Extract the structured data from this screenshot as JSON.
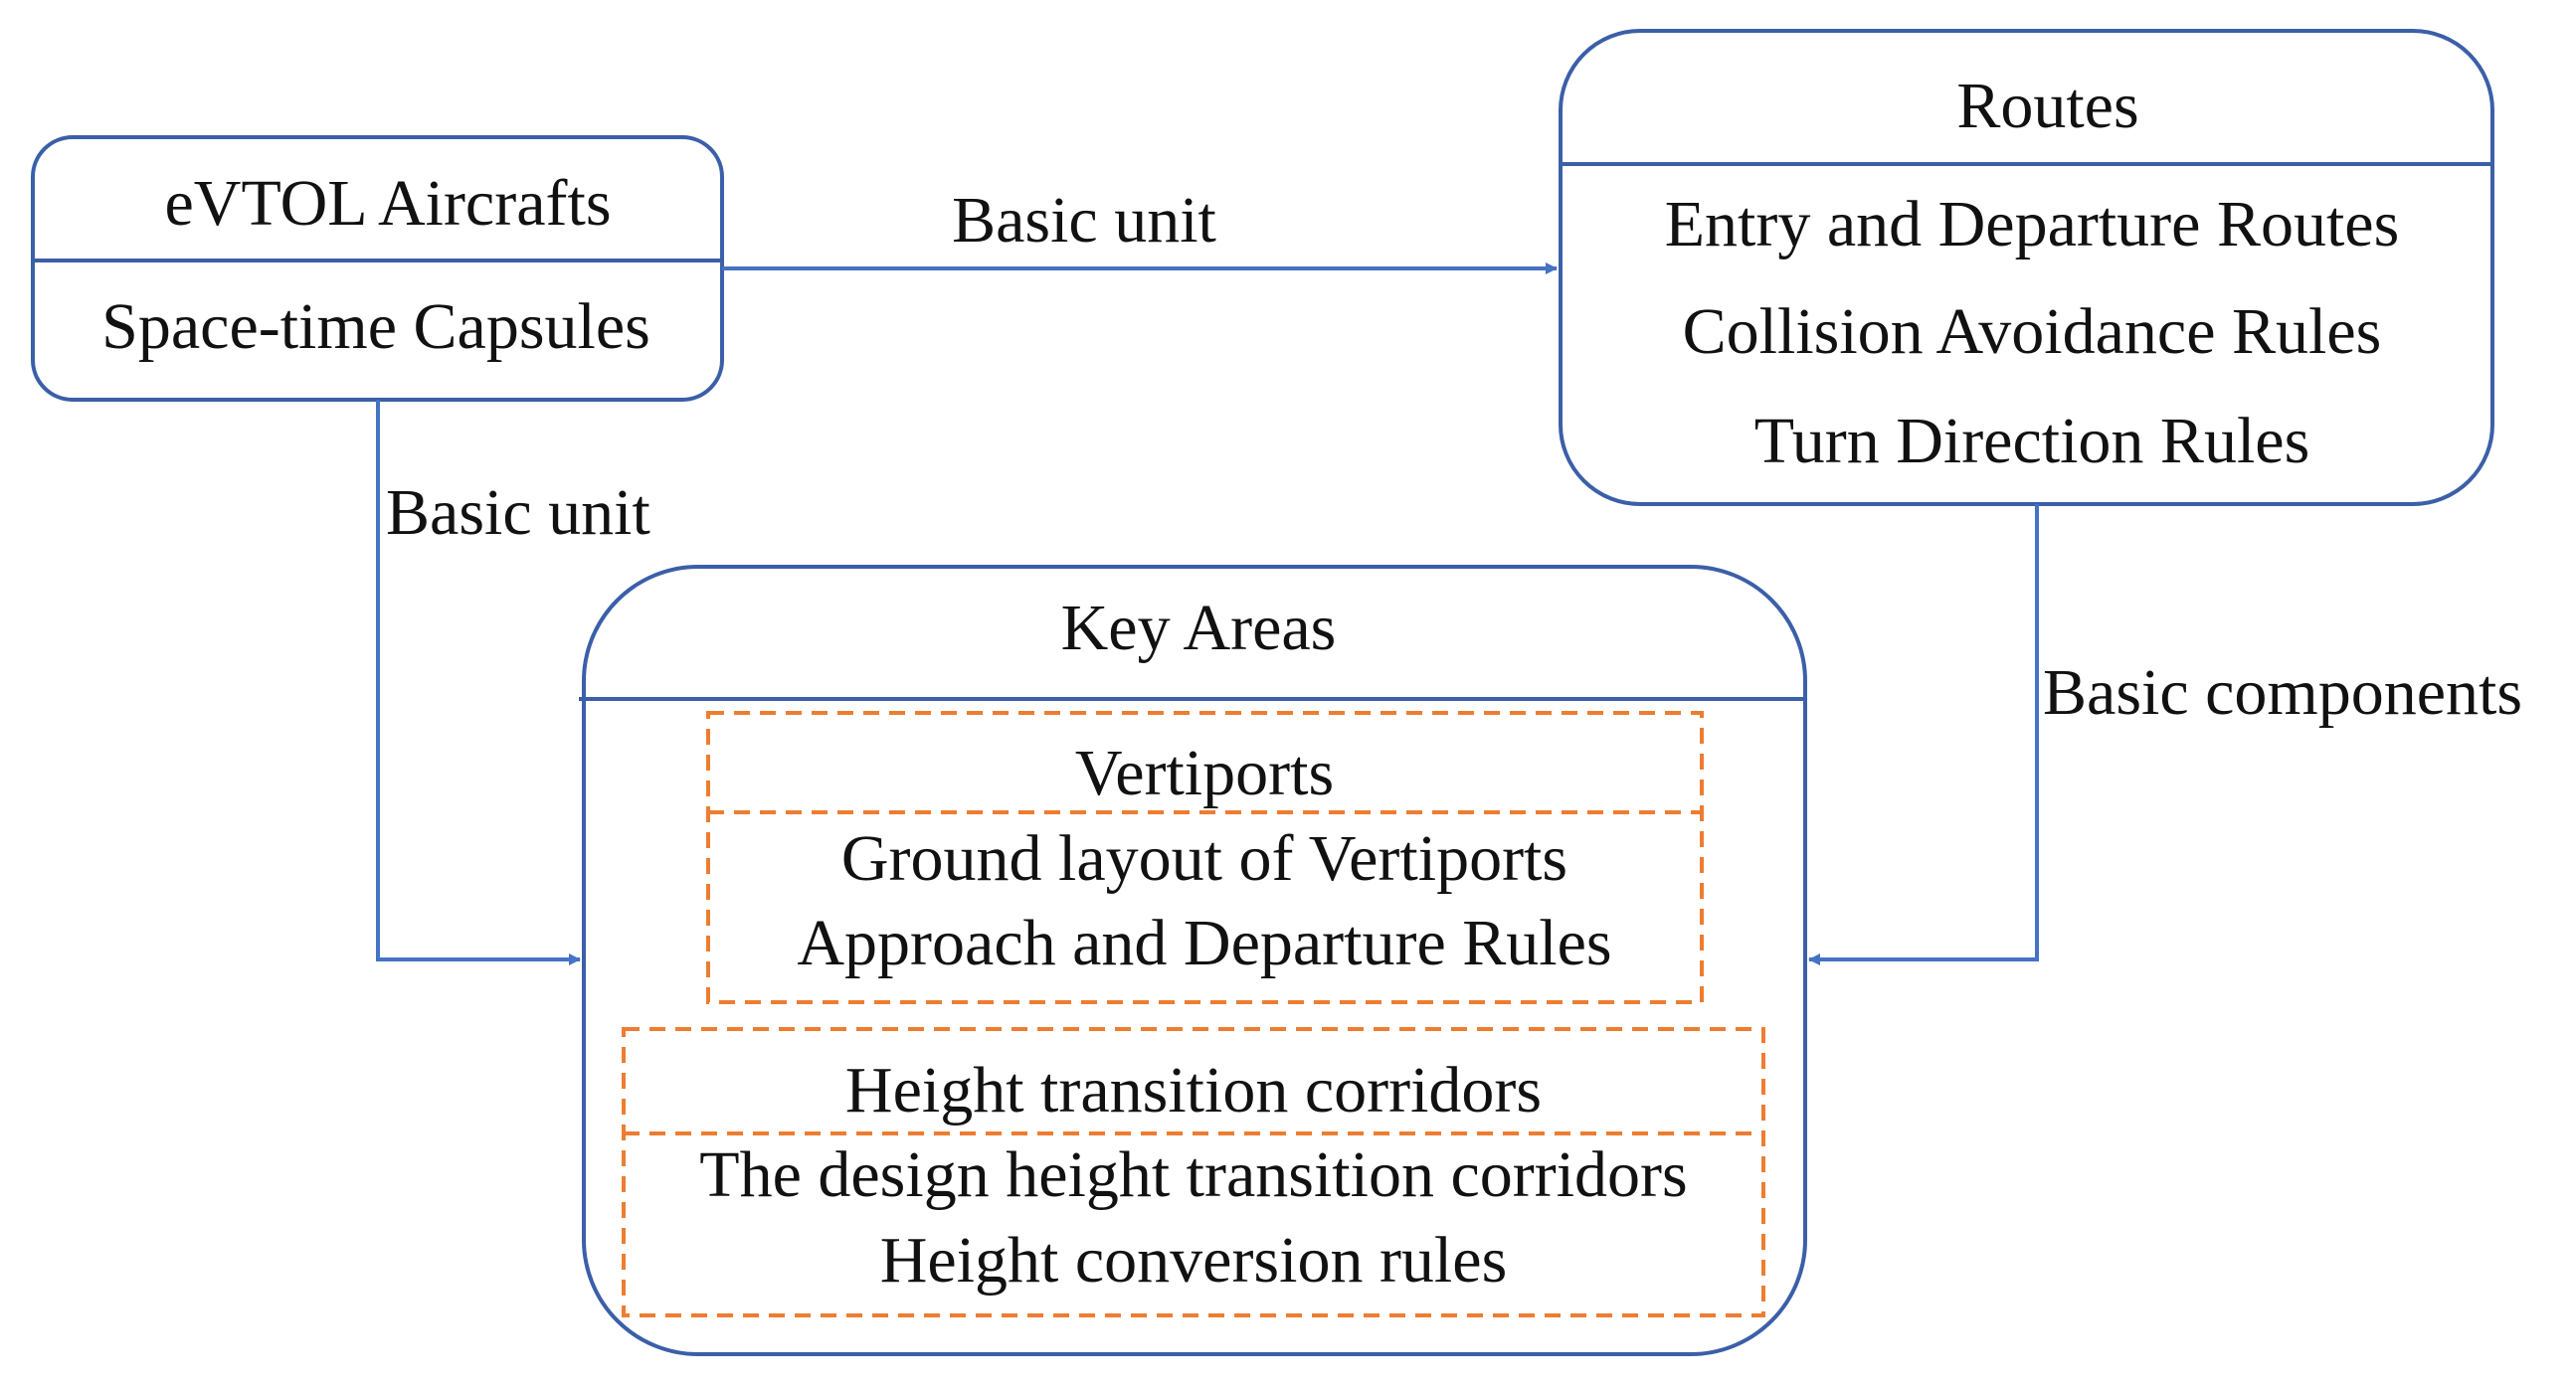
{
  "diagram": {
    "colors": {
      "box_stroke": "#3B5FA8",
      "arrow": "#4472C4",
      "dashed": "#ED7D31",
      "text": "#111111"
    },
    "nodes": {
      "evtol": {
        "title": "eVTOL Aircrafts",
        "items": [
          "Space-time Capsules"
        ]
      },
      "routes": {
        "title": "Routes",
        "items": [
          "Entry and Departure Routes",
          "Collision Avoidance Rules",
          "Turn Direction Rules"
        ]
      },
      "key_areas": {
        "title": "Key Areas",
        "groups": [
          {
            "title": "Vertiports",
            "items": [
              "Ground layout of Vertiports",
              "Approach and Departure Rules"
            ]
          },
          {
            "title": "Height transition corridors",
            "items": [
              "The design height transition corridors",
              "Height conversion rules"
            ]
          }
        ]
      }
    },
    "edges": [
      {
        "from": "evtol",
        "to": "routes",
        "label": "Basic unit"
      },
      {
        "from": "evtol",
        "to": "key_areas",
        "label": "Basic unit"
      },
      {
        "from": "routes",
        "to": "key_areas",
        "label": "Basic components"
      }
    ]
  }
}
